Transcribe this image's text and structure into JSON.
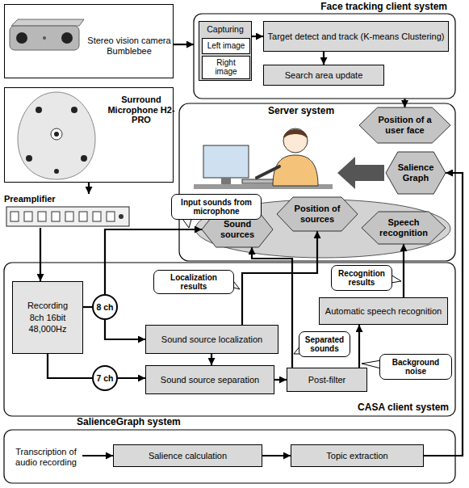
{
  "diagram": {
    "nodes": [
      {
        "text": [
          "Stereo vision camera Bumblebee"
        ]
      },
      {
        "text": [
          "Face tracking client system"
        ]
      },
      {
        "text": [
          "Capturing"
        ],
        "in": 1
      },
      {
        "text": [
          "Left image"
        ],
        "in": 2
      },
      {
        "text": [
          "Right image"
        ],
        "in": 2
      },
      {
        "text": [
          "Target detect and track (K-means Clustering)"
        ],
        "in": 1
      },
      {
        "text": [
          "Search area update"
        ],
        "in": 1
      },
      {
        "text": [
          "Surround Microphone H2-PRO"
        ]
      },
      {
        "text": [
          "Server system"
        ]
      },
      {
        "text": [
          "Position of a user face"
        ],
        "in": 8
      },
      {
        "text": [
          "Salience Graph"
        ],
        "in": 8
      },
      {
        "text": [
          "Sound sources"
        ],
        "in": 8
      },
      {
        "text": [
          "Position of sources"
        ],
        "in": 8
      },
      {
        "text": [
          "Speech recognition"
        ],
        "in": 8
      },
      {
        "text": [
          "Preamplifier"
        ]
      },
      {
        "text": [
          "Input sounds from microphone"
        ]
      },
      {
        "text": [
          "CASA client system"
        ]
      },
      {
        "text": [
          "Recording 8ch 16bit 48,000Hz"
        ],
        "in": 16
      },
      {
        "text": [
          "8 ch"
        ],
        "in": 16
      },
      {
        "text": [
          "Localization results"
        ],
        "in": 16
      },
      {
        "text": [
          "Sound source localization"
        ],
        "in": 16
      },
      {
        "text": [
          "Automatic speech recognition"
        ],
        "in": 16
      },
      {
        "text": [
          "Recognition results"
        ],
        "in": 16
      },
      {
        "text": [
          "Separated sounds"
        ],
        "in": 16
      },
      {
        "text": [
          "7 ch"
        ],
        "in": 16
      },
      {
        "text": [
          "Sound source separation"
        ],
        "in": 16
      },
      {
        "text": [
          "Post-filter"
        ],
        "in": 16
      },
      {
        "text": [
          "Background noise"
        ],
        "in": 16
      },
      {
        "text": [
          "SalienceGraph system"
        ]
      },
      {
        "text": [
          "Transcription of audio recording"
        ],
        "in": 28
      },
      {
        "text": [
          "Salience calculation"
        ],
        "in": 28
      },
      {
        "text": [
          "Topic extraction"
        ],
        "in": 28
      }
    ],
    "edges": [
      {
        "from": 0,
        "to": 1,
        "arrow": "to"
      },
      {
        "from": 2,
        "to": 5,
        "arrow": "to"
      },
      {
        "from": 5,
        "to": 6,
        "arrow": "to"
      },
      {
        "from": 1,
        "to": 9,
        "arrow": "to"
      },
      {
        "from": 7,
        "to": 14,
        "arrow": "to"
      },
      {
        "from": 14,
        "to": 17,
        "arrow": "to"
      },
      {
        "from": 17,
        "to": 18,
        "arrow": "none"
      },
      {
        "from": 18,
        "to": 20,
        "arrow": "to"
      },
      {
        "from": 18,
        "to": 11,
        "arrow": "to"
      },
      {
        "from": 17,
        "to": 24,
        "arrow": "none"
      },
      {
        "from": 24,
        "to": 25,
        "arrow": "to"
      },
      {
        "from": 20,
        "to": 25,
        "arrow": "to"
      },
      {
        "from": 20,
        "to": 12,
        "arrow": "to"
      },
      {
        "from": 25,
        "to": 26,
        "arrow": "to"
      },
      {
        "from": 26,
        "to": 21,
        "arrow": "to"
      },
      {
        "from": 26,
        "to": 11,
        "arrow": "to"
      },
      {
        "from": 21,
        "to": 13,
        "arrow": "to"
      },
      {
        "from": 29,
        "to": 30,
        "arrow": "to"
      },
      {
        "from": 30,
        "to": 31,
        "arrow": "to"
      },
      {
        "from": 31,
        "to": 10,
        "arrow": "to"
      }
    ]
  }
}
